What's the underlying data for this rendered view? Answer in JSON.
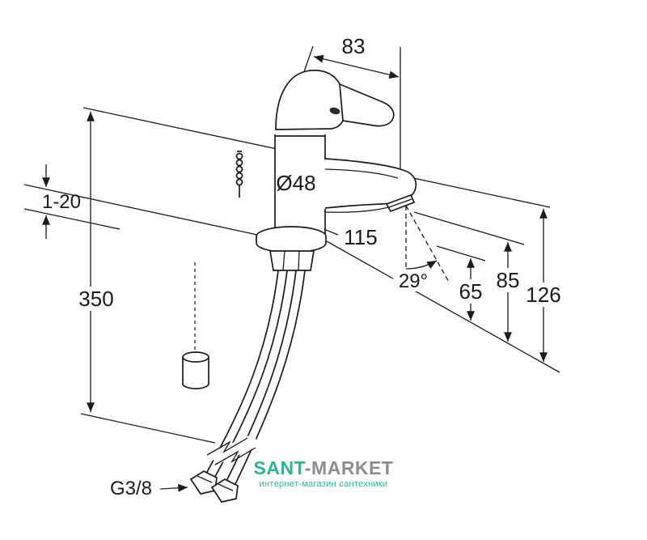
{
  "diagram": {
    "dim_handle_width": "83",
    "dim_diameter": "Ø48",
    "dim_mount_thickness": "1-20",
    "dim_spout_reach": "115",
    "dim_spout_angle": "29°",
    "dim_height_inner": "65",
    "dim_height_mid": "85",
    "dim_height_outer": "126",
    "dim_hose_length": "350",
    "dim_thread": "G3/8"
  },
  "watermark": {
    "brand_primary": "SANT",
    "brand_secondary": "-MARKET",
    "tagline": "интернет-магазин сантехники"
  },
  "colors": {
    "line": "#1c1c1c",
    "brand_teal": "#2eb596",
    "brand_gray": "#8d8d8d",
    "background": "#ffffff"
  }
}
